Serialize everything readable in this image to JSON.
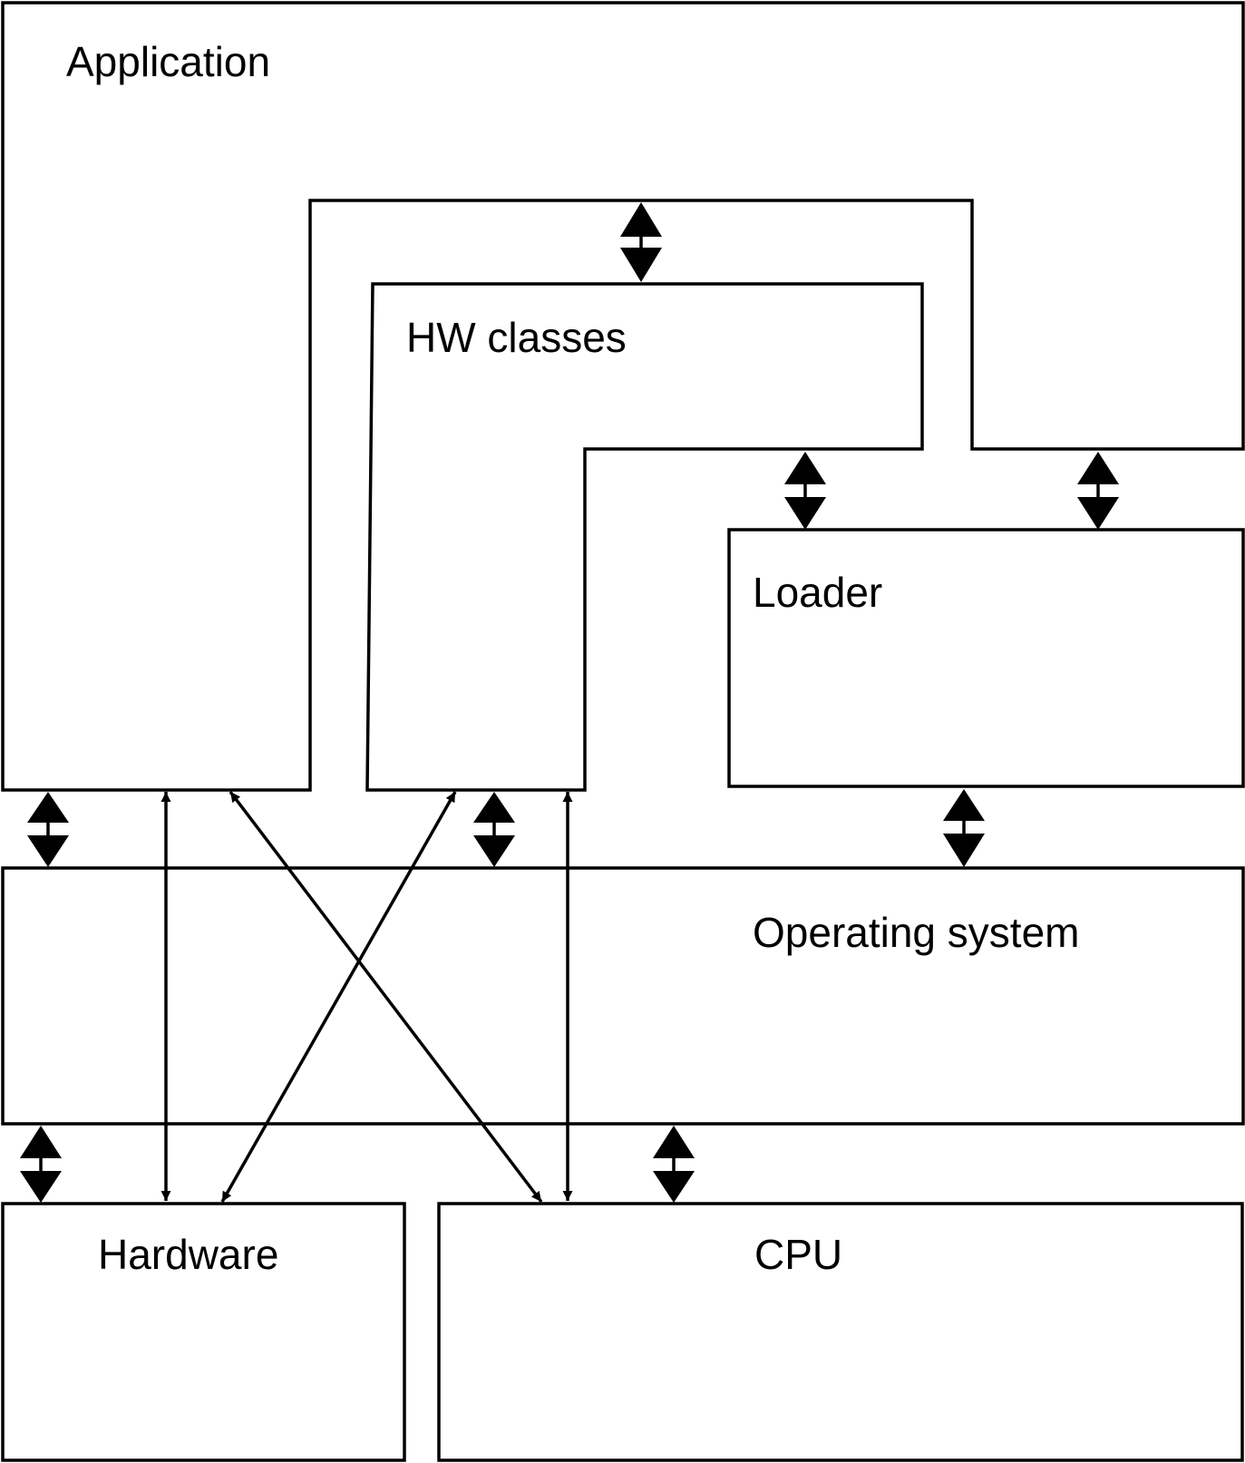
{
  "diagram": {
    "colors": {
      "stroke": "#000000",
      "fill": "#ffffff",
      "text": "#000000"
    },
    "labels": {
      "application": "Application",
      "hw_classes": "HW classes",
      "loader": "Loader",
      "operating_system": "Operating system",
      "hardware": "Hardware",
      "cpu": "CPU"
    }
  }
}
